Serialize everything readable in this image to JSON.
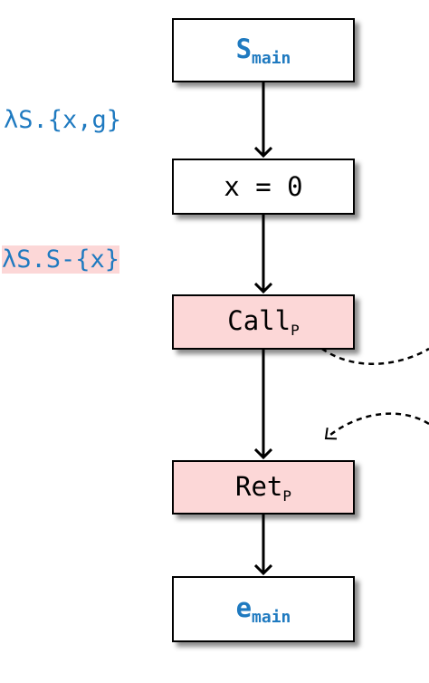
{
  "nodes": {
    "s_main": {
      "main": "S",
      "sub": "main"
    },
    "assign": {
      "text": "x = 0"
    },
    "call_p": {
      "main": "Call",
      "sub": "P"
    },
    "ret_p": {
      "main": "Ret",
      "sub": "P"
    },
    "e_main": {
      "main": "e",
      "sub": "main"
    }
  },
  "edge_labels": {
    "first": "λS.{x,g}",
    "second": "λS.S-{x}"
  },
  "colors": {
    "label_blue": "#1f7ac0",
    "highlight_pink": "#fcd7d7"
  }
}
